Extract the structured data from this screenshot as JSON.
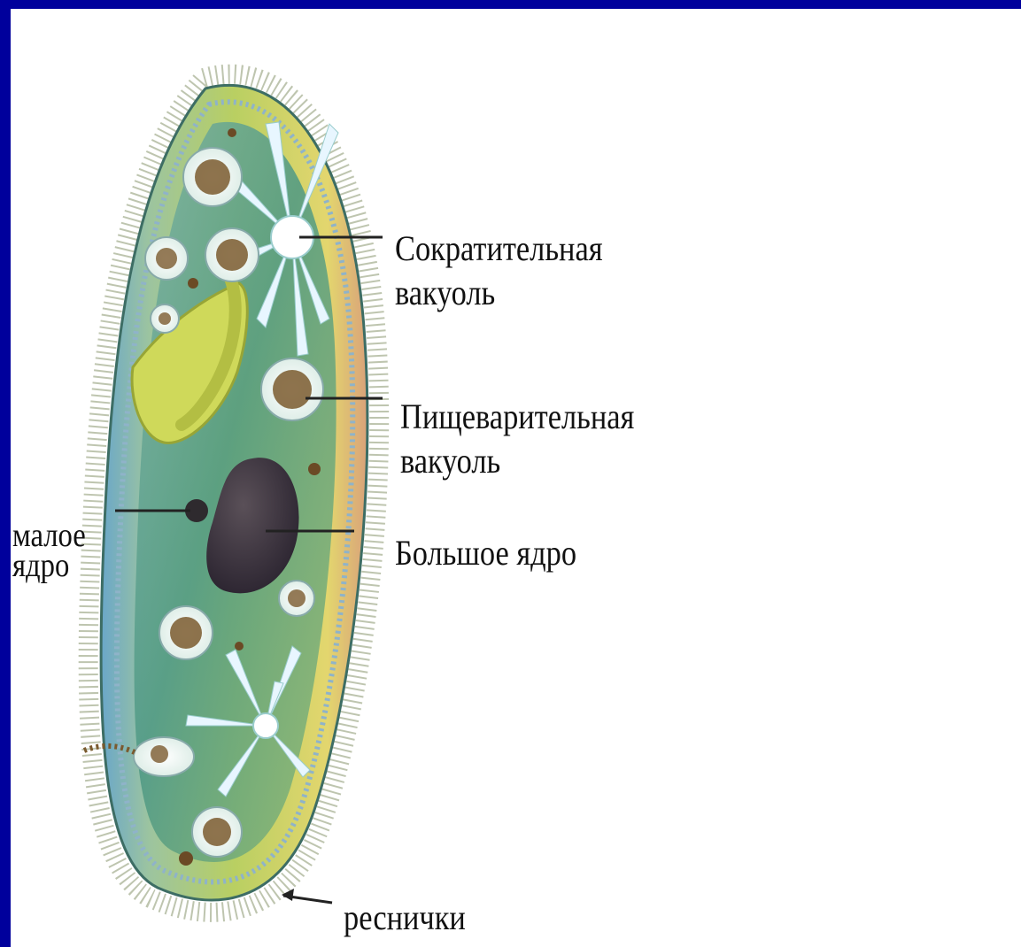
{
  "labels": {
    "contractile_vacuole": {
      "line1": "Сократительная",
      "line2": "вакуоль"
    },
    "digestive_vacuole": {
      "line1": "Пищеварительная",
      "line2": "вакуоль"
    },
    "macronucleus": "Большое ядро",
    "micronucleus": {
      "line1": "малое",
      "line2": "ядро"
    },
    "cilia": "реснички"
  },
  "colors": {
    "frame": "#00009c",
    "background": "#ffffff",
    "cell_outer": "#d8de6a",
    "cell_inner": "#4f9a7c",
    "nucleus": "#3f3640",
    "vacuole_fill": "#f4fbff",
    "food_particles": "#7a5a2e"
  }
}
